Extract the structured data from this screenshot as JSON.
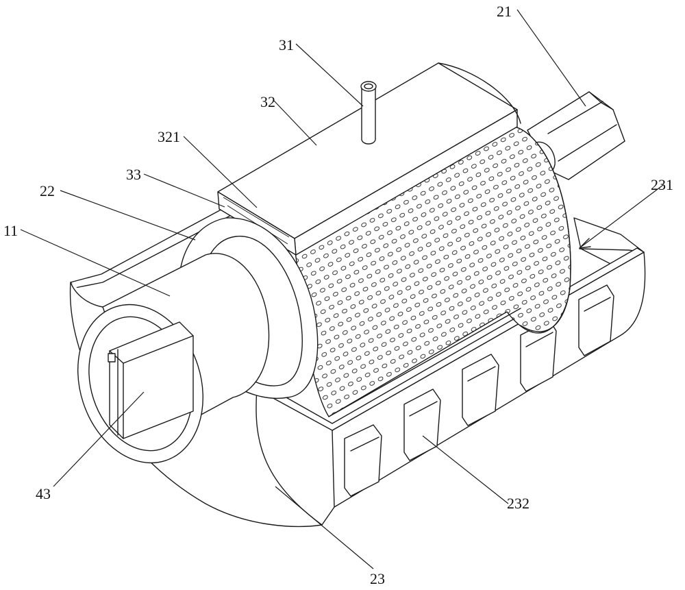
{
  "figure": {
    "labels": [
      {
        "id": "21",
        "text": "21"
      },
      {
        "id": "31",
        "text": "31"
      },
      {
        "id": "32",
        "text": "32"
      },
      {
        "id": "321",
        "text": "321"
      },
      {
        "id": "33",
        "text": "33"
      },
      {
        "id": "22",
        "text": "22"
      },
      {
        "id": "11",
        "text": "11"
      },
      {
        "id": "231",
        "text": "231"
      },
      {
        "id": "43",
        "text": "43"
      },
      {
        "id": "232",
        "text": "232"
      },
      {
        "id": "23",
        "text": "23"
      }
    ]
  }
}
